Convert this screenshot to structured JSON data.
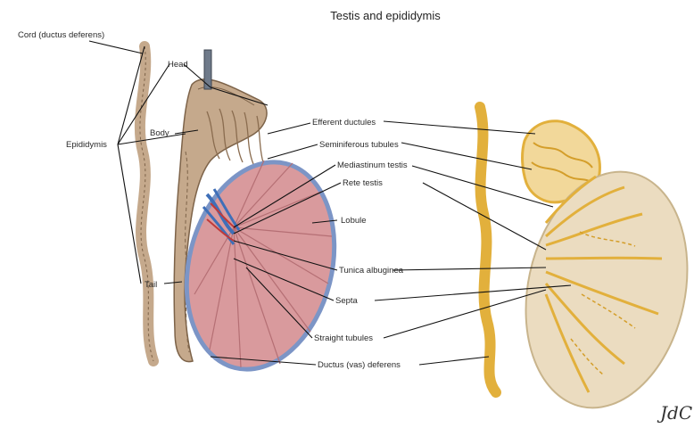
{
  "figure": {
    "title": "Testis and epididymis",
    "labels": {
      "cord": "Cord (ductus deferens)",
      "epididymis": "Epididymis",
      "head": "Head",
      "body": "Body",
      "tail": "Tail",
      "efferent": "Efferent ductules",
      "seminiferous": "Seminiferous tubules",
      "mediastinum": "Mediastinum testis",
      "rete": "Rete testis",
      "lobule": "Lobule",
      "tunica": "Tunica albuginea",
      "septa": "Septa",
      "straight": "Straight tubules",
      "ductus": "Ductus (vas) deferens"
    },
    "signature": "JdC",
    "colors": {
      "tubule_tan": "#c5a98c",
      "tubule_dark": "#7d6349",
      "testis_pink": "#d99a9d",
      "testis_border": "#7c95c6",
      "vessel_blue": "#3f6fb8",
      "vessel_red": "#c03a3a",
      "yellow_duct": "#e2b03c",
      "capsule_beige": "#ebdcc0",
      "leader_line": "#111111"
    }
  }
}
